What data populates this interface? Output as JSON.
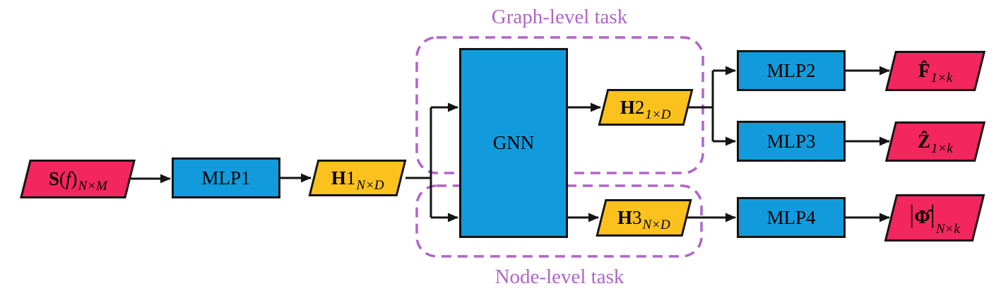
{
  "titles": {
    "graph": "Graph-level task",
    "node": "Node-level task"
  },
  "colors": {
    "pink": "#F4265E",
    "blue": "#129BDC",
    "yellow": "#FBC21D",
    "purple": "#B164CB",
    "line": "#141414"
  },
  "nodes": {
    "input": {
      "bold": "S",
      "open": "(",
      "var": "f",
      "close": ")",
      "sub": "N×M"
    },
    "mlp1": {
      "label": "MLP1"
    },
    "h1": {
      "bold": "H",
      "num": "1",
      "sub": "N×D"
    },
    "gnn": {
      "label": "GNN"
    },
    "h2": {
      "bold": "H",
      "num": "2",
      "sub": "1×D"
    },
    "h3": {
      "bold": "H",
      "num": "3",
      "sub": "N×D"
    },
    "mlp2": {
      "label": "MLP2"
    },
    "mlp3": {
      "label": "MLP3"
    },
    "mlp4": {
      "label": "MLP4"
    },
    "out_f": {
      "bold": "F̂",
      "sub": "1×k"
    },
    "out_z": {
      "bold": "Ẑ",
      "sub": "1×k"
    },
    "out_phi": {
      "pre": "|",
      "bold": "Φ̂",
      "post": "|",
      "sub": "N×k"
    }
  }
}
